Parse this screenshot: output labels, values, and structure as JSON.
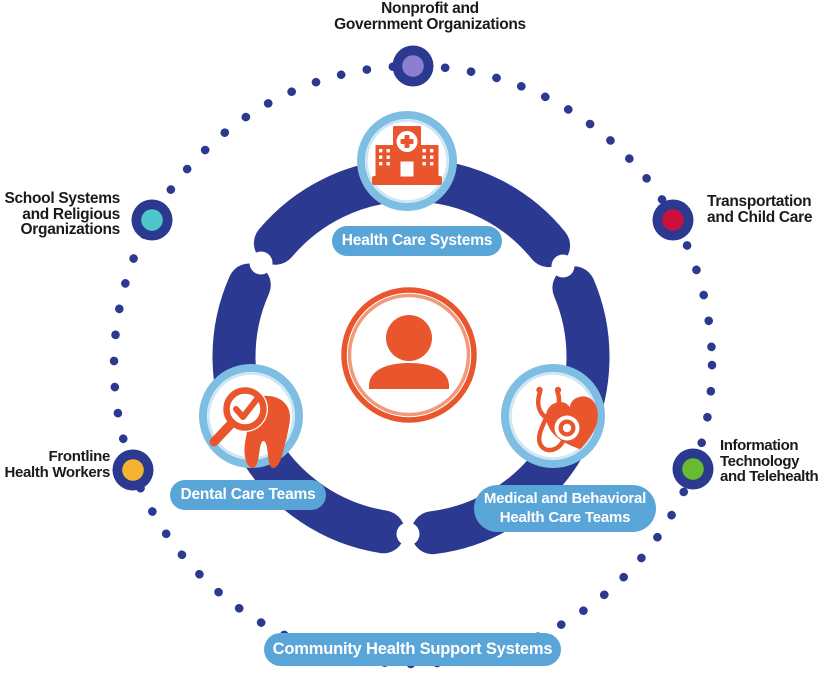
{
  "outer_ring": {
    "nodes": [
      {
        "id": "nonprofit",
        "label": "Nonprofit and\nGovernment Organizations",
        "dot_color": "#8C7FD1",
        "position": "top"
      },
      {
        "id": "transportation",
        "label": "Transportation\nand Child Care",
        "dot_color": "#C9113C",
        "position": "upper-right"
      },
      {
        "id": "it-telehealth",
        "label": "Information\nTechnology\nand Telehealth",
        "dot_color": "#67BB2F",
        "position": "lower-right"
      },
      {
        "id": "frontline",
        "label": "Frontline\nHealth Workers",
        "dot_color": "#F6B32F",
        "position": "lower-left"
      },
      {
        "id": "school",
        "label": "School Systems\nand Religious\nOrganizations",
        "dot_color": "#4EC5C9",
        "position": "upper-left"
      }
    ],
    "support_pill": {
      "label": "Community Health Support Systems"
    }
  },
  "inner_ring": {
    "nodes": [
      {
        "id": "health-care-systems",
        "label": "Health Care Systems",
        "icon": "hospital-icon"
      },
      {
        "id": "dental-care-teams",
        "label": "Dental Care Teams",
        "icon": "magnifier-check-tooth-icon"
      },
      {
        "id": "medical-behavioral-teams",
        "label": "Medical and Behavioral\nHealth Care Teams",
        "icon": "stethoscope-heart-icon"
      }
    ]
  },
  "center": {
    "icon": "person-icon"
  },
  "colors": {
    "dark_blue": "#2B3990",
    "pill_blue": "#59A5D8",
    "node_ring_blue": "#7FBEE3",
    "node_ring_inner_blue": "#CDE6F5",
    "orange": "#E9552D",
    "orange_light": "#F2997C",
    "text": "#1A1A1A"
  }
}
